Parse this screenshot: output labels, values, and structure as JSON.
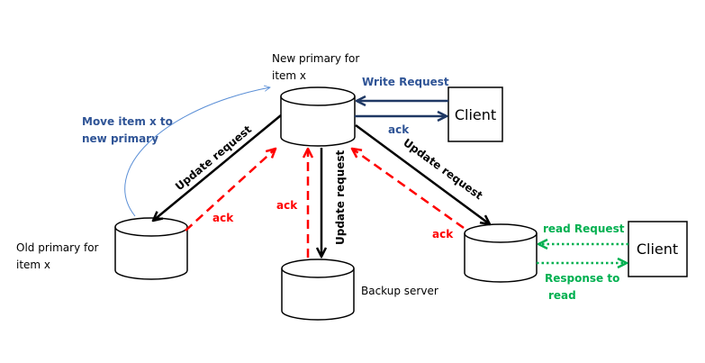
{
  "colors": {
    "black": "#000000",
    "navy": "#1f3864",
    "blue_text": "#2f5496",
    "red": "#ff0000",
    "green": "#00b050",
    "curve": "#5b8fd6"
  },
  "nodes": {
    "new_primary": [
      "New primary  for",
      "item x"
    ],
    "old_primary": [
      "Old primary  for",
      "item x"
    ],
    "backup": "Backup server",
    "client_top": "Client",
    "client_right": "Client"
  },
  "labels": {
    "write_request": "Write Request",
    "ack_blue": "ack",
    "move_item": [
      "Move item x to",
      "new primary"
    ],
    "update_left": "Update request",
    "update_center": "Update request",
    "update_right": "Update request",
    "ack_left": "ack",
    "ack_center": "ack",
    "ack_right": "ack",
    "read_request": "read Request",
    "response": [
      "Response to",
      "read"
    ]
  }
}
